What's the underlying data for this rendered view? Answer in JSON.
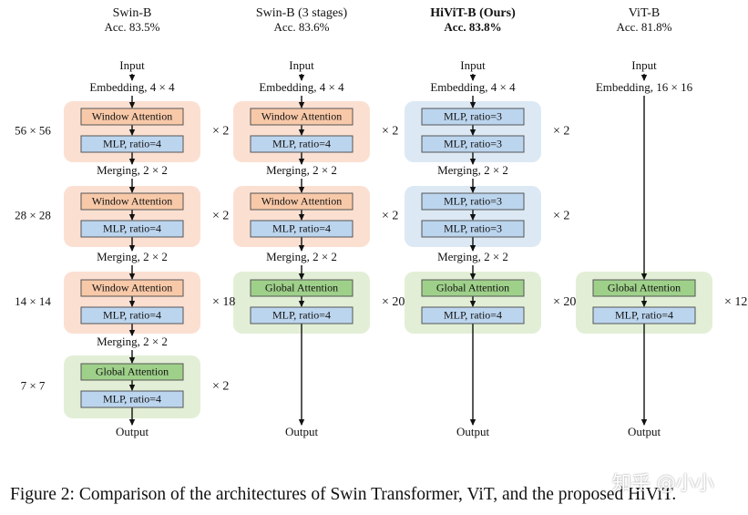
{
  "columns": [
    {
      "title": "Swin-B",
      "acc": "Acc. 83.5%",
      "bold": false,
      "input": "Input",
      "embedding": "Embedding, 4 × 4",
      "output": "Output",
      "stages": [
        {
          "kind": "window",
          "blocks": [
            "Window Attention",
            "MLP, ratio=4"
          ],
          "repeat": "× 2",
          "merge_after": "Merging, 2 × 2"
        },
        {
          "kind": "window",
          "blocks": [
            "Window Attention",
            "MLP, ratio=4"
          ],
          "repeat": "× 2",
          "merge_after": "Merging, 2 × 2"
        },
        {
          "kind": "window",
          "blocks": [
            "Window Attention",
            "MLP, ratio=4"
          ],
          "repeat": "× 18",
          "merge_after": "Merging, 2 × 2"
        },
        {
          "kind": "global",
          "blocks": [
            "Global Attention",
            "MLP, ratio=4"
          ],
          "repeat": "× 2",
          "merge_after": ""
        }
      ]
    },
    {
      "title": "Swin-B (3 stages)",
      "acc": "Acc. 83.6%",
      "bold": false,
      "input": "Input",
      "embedding": "Embedding, 4 × 4",
      "output": "Output",
      "stages": [
        {
          "kind": "window",
          "blocks": [
            "Window Attention",
            "MLP, ratio=4"
          ],
          "repeat": "× 2",
          "merge_after": "Merging, 2 × 2"
        },
        {
          "kind": "window",
          "blocks": [
            "Window Attention",
            "MLP, ratio=4"
          ],
          "repeat": "× 2",
          "merge_after": "Merging, 2 × 2"
        },
        {
          "kind": "global",
          "blocks": [
            "Global Attention",
            "MLP, ratio=4"
          ],
          "repeat": "× 20",
          "merge_after": ""
        },
        null
      ]
    },
    {
      "title": "HiViT-B (Ours)",
      "acc": "Acc. 83.8%",
      "bold": true,
      "input": "Input",
      "embedding": "Embedding, 4 × 4",
      "output": "Output",
      "stages": [
        {
          "kind": "mlp",
          "blocks": [
            "MLP, ratio=3",
            "MLP, ratio=3"
          ],
          "repeat": "× 2",
          "merge_after": "Merging, 2 × 2"
        },
        {
          "kind": "mlp",
          "blocks": [
            "MLP, ratio=3",
            "MLP, ratio=3"
          ],
          "repeat": "× 2",
          "merge_after": "Merging, 2 × 2"
        },
        {
          "kind": "global",
          "blocks": [
            "Global Attention",
            "MLP, ratio=4"
          ],
          "repeat": "× 20",
          "merge_after": ""
        },
        null
      ]
    },
    {
      "title": "ViT-B",
      "acc": "Acc. 81.8%",
      "bold": false,
      "input": "Input",
      "embedding": "Embedding, 16 × 16",
      "output": "Output",
      "stages": [
        null,
        null,
        {
          "kind": "global",
          "blocks": [
            "Global Attention",
            "MLP, ratio=4"
          ],
          "repeat": "× 12",
          "merge_after": ""
        },
        null
      ]
    }
  ],
  "resolutions": [
    "56 × 56",
    "28 × 28",
    "14 × 14",
    "7 × 7"
  ],
  "colors": {
    "window_panel": "#fbe0d2",
    "mlp_panel": "#dce9f5",
    "global_panel": "#e2efd6",
    "window_block": "#f8c9a8",
    "mlp_block": "#bcd5ee",
    "global_block": "#9fd08a",
    "block_border": "#555555"
  },
  "caption": "Figure 2: Comparison of the architectures of Swin Transformer, ViT, and the proposed HiViT.",
  "watermark": "知乎 @小小"
}
